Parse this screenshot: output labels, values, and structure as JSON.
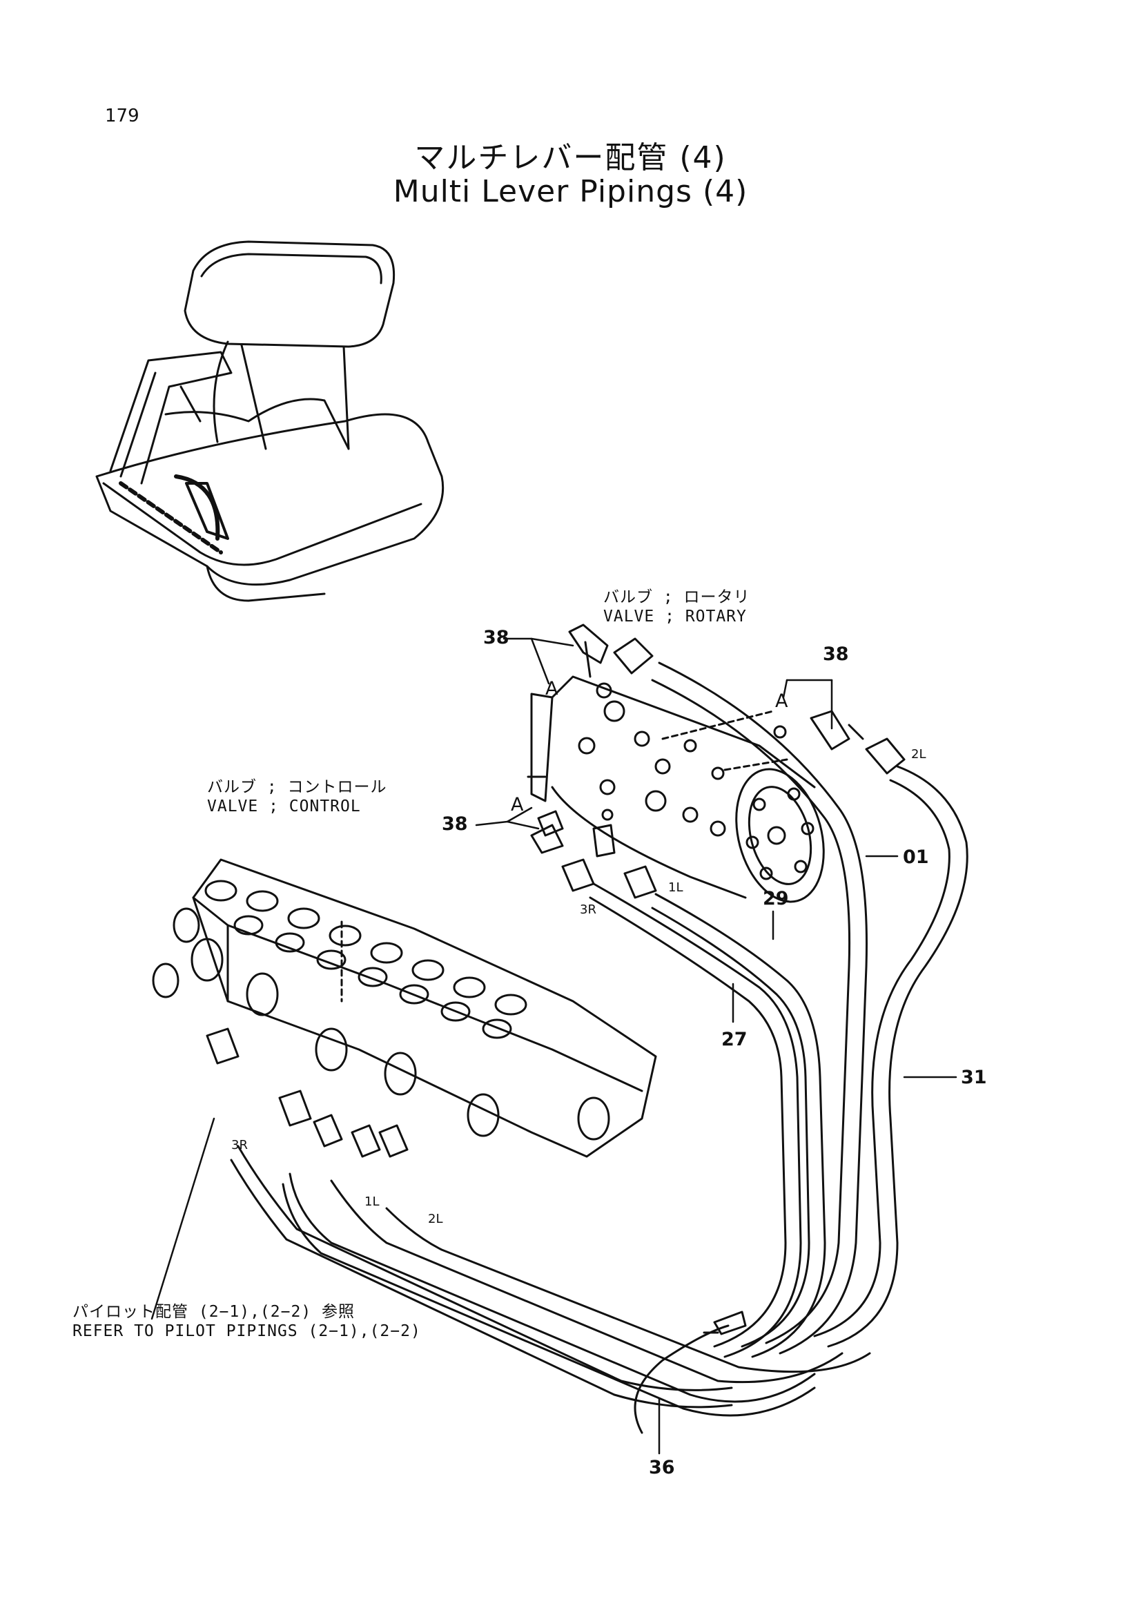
{
  "page_number": "179",
  "title": {
    "japanese": "マルチレバー配管 (4)",
    "english": "Multi Lever Pipings (4)"
  },
  "components": {
    "rotary_valve": {
      "label_jp": "バルブ ; ロータリ",
      "label_en": "VALVE ; ROTARY"
    },
    "control_valve": {
      "label_jp": "バルブ ; コントロール",
      "label_en": "VALVE ; CONTROL"
    },
    "pilot_reference": {
      "label_jp": "パイロット配管 (2−1),(2−2) 参照",
      "label_en": "REFER TO PILOT PIPINGS (2−1),(2−2)"
    }
  },
  "part_callouts": [
    "38",
    "38",
    "38",
    "01",
    "29",
    "27",
    "31",
    "36"
  ],
  "view_markers": [
    "A",
    "A",
    "A"
  ],
  "port_labels": [
    "2L",
    "1L",
    "3R",
    "3R",
    "1L",
    "2L"
  ]
}
